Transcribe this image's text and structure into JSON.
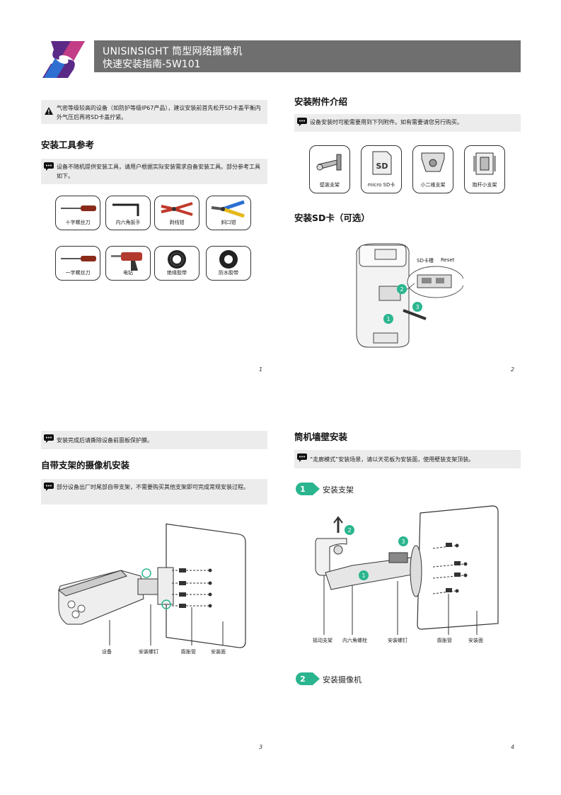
{
  "header": {
    "title_line1": "UNISINSIGHT 筒型网络摄像机",
    "title_line2": "快速安装指南-5W101",
    "logo_color": "#5b2a86",
    "accent_color": "#2bb58f"
  },
  "page1": {
    "warning_text": "气密等级较高的设备（如防护等级IP67产品），建议安装前首先松开SD卡盖平衡内外气压后再将SD卡盖拧紧。",
    "tools_heading": "安装工具参考",
    "tools_note": "设备不随机提供安装工具，请用户根据实际安装需求自备安装工具。部分参考工具如下。",
    "tools": [
      "十字螺丝刀",
      "内六角扳手",
      "剥线钳",
      "斜口钳",
      "一字螺丝刀",
      "电钻",
      "绝缘胶带",
      "防水胶带"
    ],
    "page_number": "1"
  },
  "page2": {
    "accessories_heading": "安装附件介绍",
    "accessories_note": "设备安装时可能需要用到下列附件。如有需要请您另行购买。",
    "accessories": [
      "壁装支架",
      "micro SD卡",
      "小二维支架",
      "抱杆小支架"
    ],
    "sd_heading": "安装SD卡（可选）",
    "sd_slot_label": "SD卡槽",
    "reset_label": "Reset",
    "sd_card_icon_text": "SD",
    "page_number": "2"
  },
  "page3": {
    "film_note": "安装完成后请撕除设备前面板保护膜。",
    "bracket_heading": "自带支架的摄像机安装",
    "bracket_note": "部分设备出厂时尾部自带支架，不需要购买其他支架即可完成常规安装过程。",
    "labels": [
      "设备",
      "安装螺钉",
      "膨胀管",
      "安装面"
    ],
    "page_number": "3"
  },
  "page4": {
    "wall_heading": "筒机墙壁安装",
    "wall_note": "“走廊模式”安装场景，请以天花板为安装面，使用壁装支架顶装。",
    "step1_number": "1",
    "step1_label": "安装支架",
    "step2_number": "2",
    "step2_label": "安装摄像机",
    "labels": [
      "摇动支架",
      "内六角螺栓",
      "安装螺钉",
      "膨胀管",
      "安装面"
    ],
    "callouts": [
      "1",
      "2",
      "3"
    ],
    "page_number": "4"
  }
}
